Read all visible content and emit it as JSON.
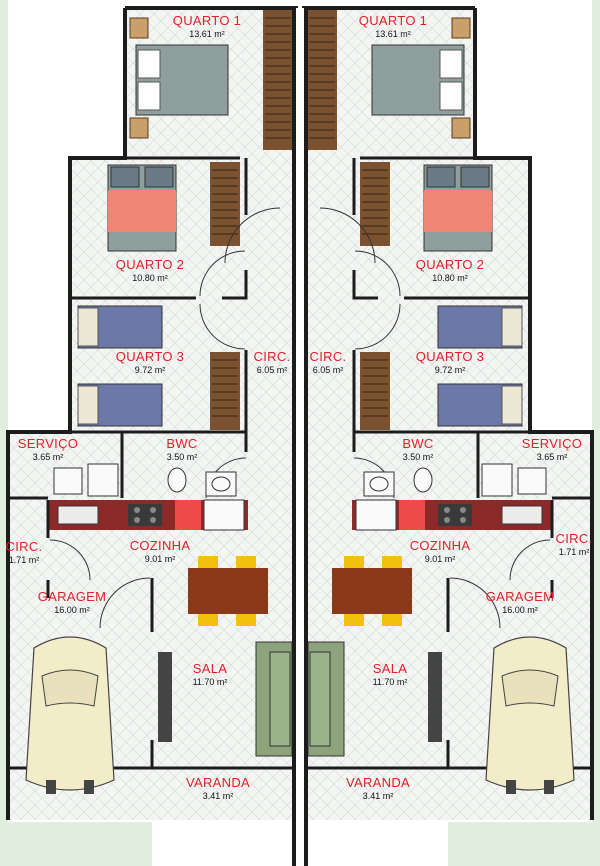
{
  "colors": {
    "floor": "#f3f5f3",
    "grid": "#d5dad6",
    "wall": "#1c1c1c",
    "label": "#e0202a",
    "area": "#111111",
    "lawn": "#dfeedd",
    "car": "#f3ecc9",
    "sofa": "#8ca37b",
    "table": "#8a3a1a",
    "chair": "#f2c10f",
    "bed_blue": "#6b78a8",
    "bed_salmon": "#f08575",
    "bed_gray": "#8e9f9e",
    "wardrobe": "#7a5230",
    "counter": "#8c2a2a"
  },
  "units": [
    {
      "side": "left",
      "rooms": [
        {
          "name": "QUARTO 1",
          "area": "13.61 m²"
        },
        {
          "name": "QUARTO 2",
          "area": "10.80 m²"
        },
        {
          "name": "QUARTO 3",
          "area": "9.72 m²"
        },
        {
          "name": "CIRC.",
          "area": "6.05 m²"
        },
        {
          "name": "SERVIÇO",
          "area": "3.65 m²"
        },
        {
          "name": "BWC",
          "area": "3.50 m²"
        },
        {
          "name": "CIRC.",
          "area": "1.71 m²"
        },
        {
          "name": "COZINHA",
          "area": "9.01 m²"
        },
        {
          "name": "GARAGEM",
          "area": "16.00 m²"
        },
        {
          "name": "SALA",
          "area": "11.70 m²"
        },
        {
          "name": "VARANDA",
          "area": "3.41 m²"
        }
      ]
    },
    {
      "side": "right",
      "rooms": [
        {
          "name": "QUARTO 1",
          "area": "13.61 m²"
        },
        {
          "name": "QUARTO 2",
          "area": "10.80 m²"
        },
        {
          "name": "QUARTO 3",
          "area": "9.72 m²"
        },
        {
          "name": "CIRC.",
          "area": "6.05 m²"
        },
        {
          "name": "SERVIÇO",
          "area": "3.65 m²"
        },
        {
          "name": "BWC",
          "area": "3.50 m²"
        },
        {
          "name": "CIRC.",
          "area": "1.71 m²"
        },
        {
          "name": "COZINHA",
          "area": "9.01 m²"
        },
        {
          "name": "GARAGEM",
          "area": "16.00 m²"
        },
        {
          "name": "SALA",
          "area": "11.70 m²"
        },
        {
          "name": "VARANDA",
          "area": "3.41 m²"
        }
      ]
    }
  ]
}
